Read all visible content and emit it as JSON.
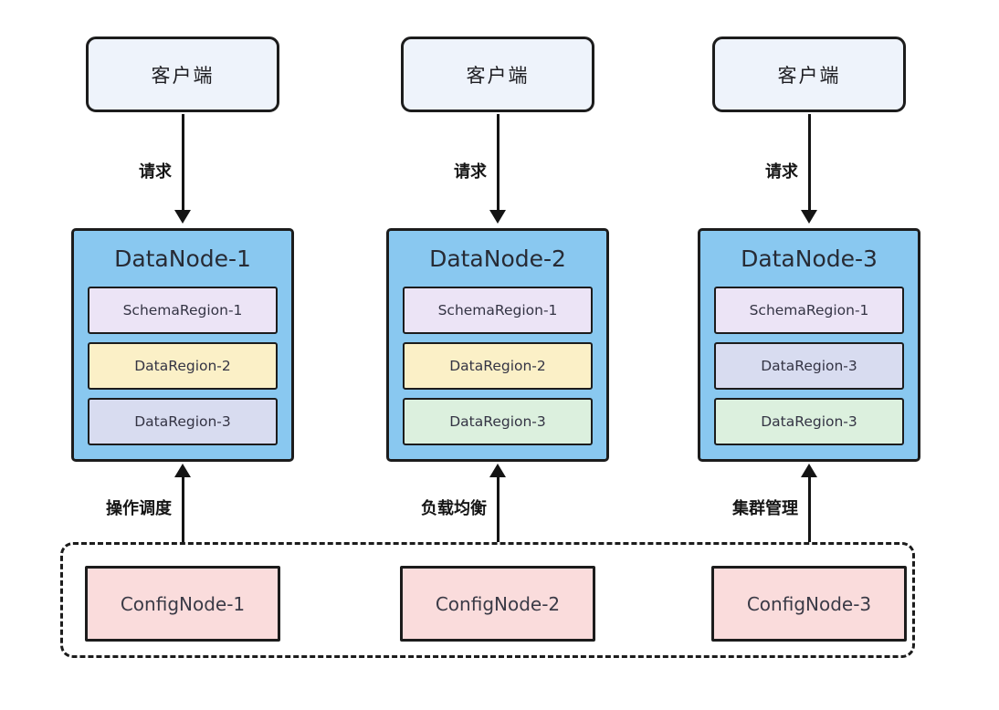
{
  "colors": {
    "background": "#ffffff",
    "border": "#1c1c1c",
    "arrow": "#141414",
    "client_bg": "#eef3fb",
    "datanode_bg": "#89c8f0",
    "confignode_bg": "#fadcdc",
    "schema_region_bg": "#ece4f6",
    "data_region_yellow": "#fbf0c7",
    "data_region_periwinkle": "#d8dcf0",
    "data_region_green": "#dcf0de"
  },
  "columns": [
    {
      "client_label": "客户端",
      "request_label": "请求",
      "datanode": {
        "title": "DataNode-1",
        "regions": [
          {
            "label": "SchemaRegion-1",
            "bg": "#ece4f6"
          },
          {
            "label": "DataRegion-2",
            "bg": "#fbf0c7"
          },
          {
            "label": "DataRegion-3",
            "bg": "#d8dcf0"
          }
        ]
      },
      "confignode_link_label": "操作调度",
      "confignode_label": "ConfigNode-1"
    },
    {
      "client_label": "客户端",
      "request_label": "请求",
      "datanode": {
        "title": "DataNode-2",
        "regions": [
          {
            "label": "SchemaRegion-1",
            "bg": "#ece4f6"
          },
          {
            "label": "DataRegion-2",
            "bg": "#fbf0c7"
          },
          {
            "label": "DataRegion-3",
            "bg": "#dcf0de"
          }
        ]
      },
      "confignode_link_label": "负载均衡",
      "confignode_label": "ConfigNode-2"
    },
    {
      "client_label": "客户端",
      "request_label": "请求",
      "datanode": {
        "title": "DataNode-3",
        "regions": [
          {
            "label": "SchemaRegion-1",
            "bg": "#ece4f6"
          },
          {
            "label": "DataRegion-3",
            "bg": "#d8dcf0"
          },
          {
            "label": "DataRegion-3",
            "bg": "#dcf0de"
          }
        ]
      },
      "confignode_link_label": "集群管理",
      "confignode_label": "ConfigNode-3"
    }
  ]
}
